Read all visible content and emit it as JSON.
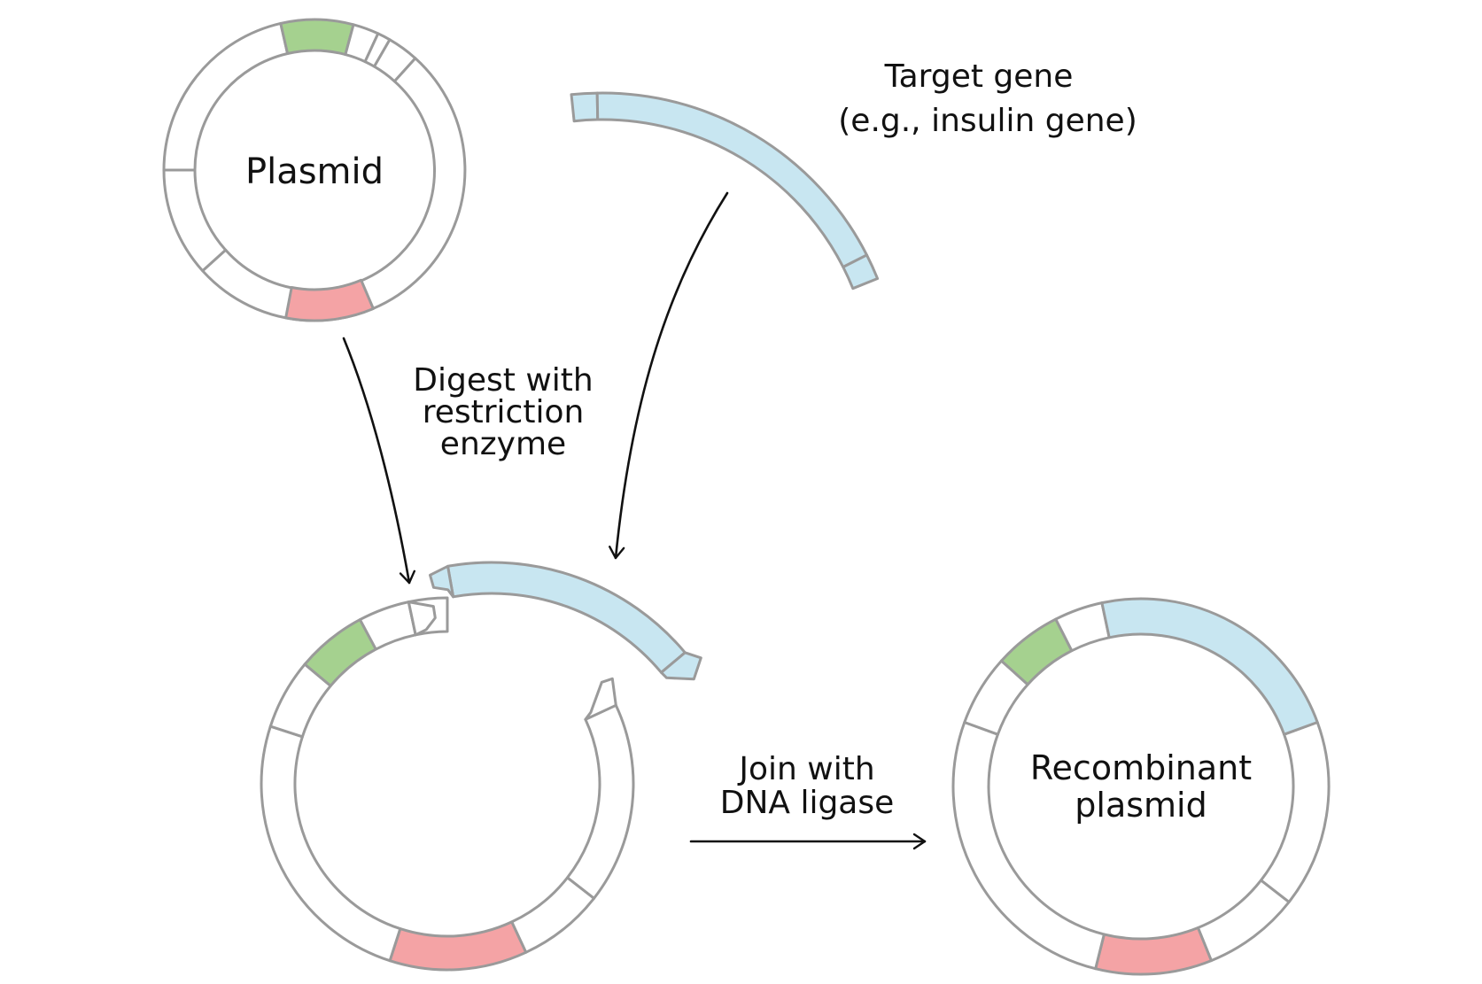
{
  "labels": {
    "plasmid": "Plasmid",
    "target_gene_line1": "Target gene",
    "target_gene_line2": "(e.g., insulin gene)",
    "digest_line1": "Digest with",
    "digest_line2": "restriction",
    "digest_line3": "enzyme",
    "join_line1": "Join with",
    "join_line2": "DNA ligase",
    "recombinant_line1": "Recombinant",
    "recombinant_line2": "plasmid"
  },
  "colors": {
    "ring_stroke": "#9a9a9a",
    "ring_fill": "#ffffff",
    "selectable_marker": "#a5d18f",
    "origin_region": "#f4a3a5",
    "target_gene": "#c8e6f1",
    "arrow": "#111111",
    "text": "#111111"
  }
}
